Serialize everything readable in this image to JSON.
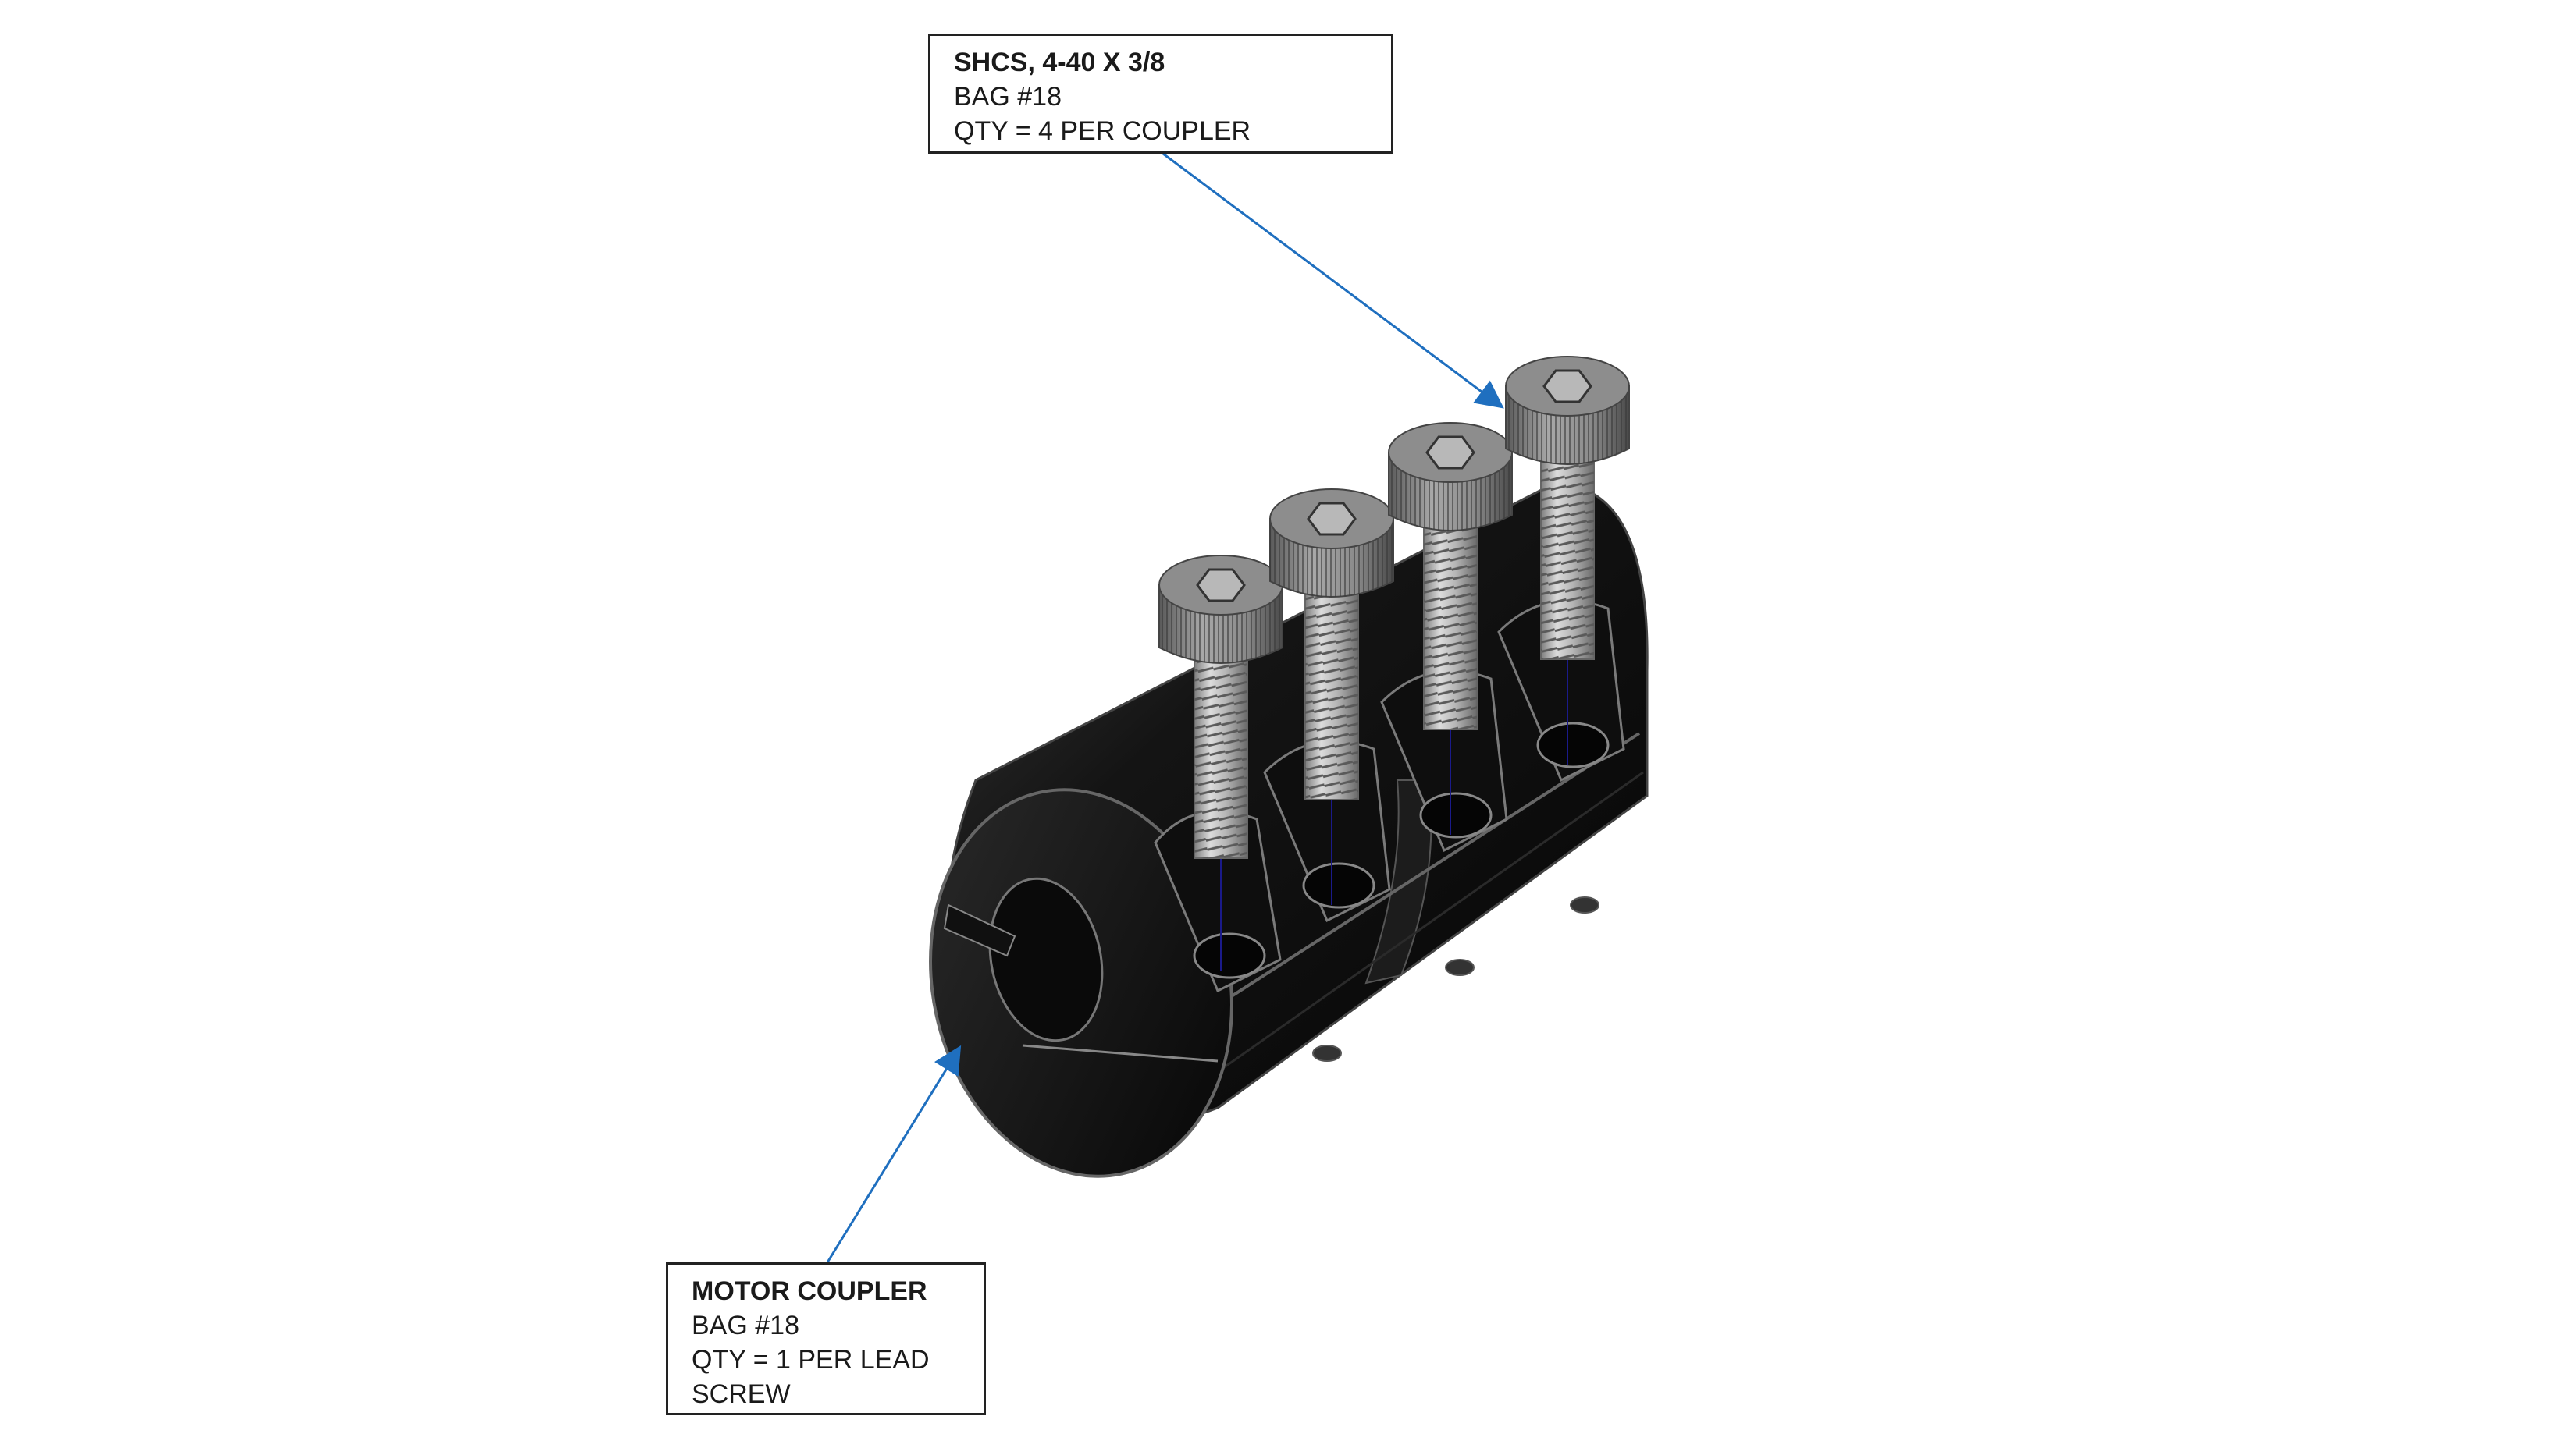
{
  "callouts": {
    "shcs": {
      "title": "SHCS, 4-40 X 3/8",
      "lines": [
        "BAG #18",
        "QTY = 4 PER COUPLER"
      ]
    },
    "coupler": {
      "title": "MOTOR COUPLER",
      "lines": [
        "BAG #18",
        "QTY = 1 PER LEAD",
        "SCREW"
      ]
    }
  },
  "colors": {
    "leader": "#1f6fbf",
    "coupler_body": "#0d0d0d",
    "screw": "#9a9a9a",
    "border": "#222222"
  }
}
